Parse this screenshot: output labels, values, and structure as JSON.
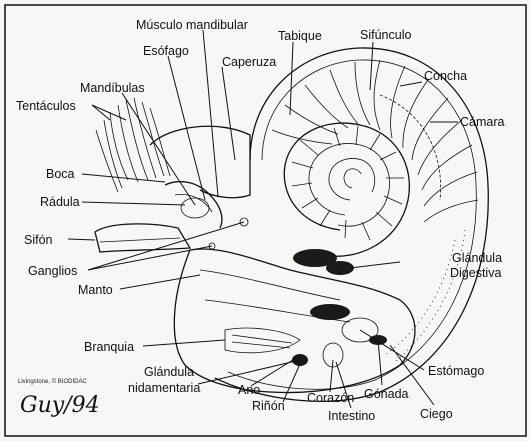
{
  "labels": {
    "musculo_mandibular": "Músculo mandibular",
    "tabique": "Tabique",
    "sifunculo": "Sifúnculo",
    "esofago": "Esófago",
    "caperuza": "Caperuza",
    "concha": "Concha",
    "mandibulas": "Mandíbulas",
    "tentaculos": "Tentáculos",
    "camara": "Cámara",
    "boca": "Boca",
    "radula": "Rádula",
    "sifon": "Sifón",
    "glandula_digestiva_1": "Glándula",
    "glandula_digestiva_2": "Digestiva",
    "ganglios": "Ganglios",
    "manto": "Manto",
    "branquia": "Branquia",
    "estomago": "Estómago",
    "glandula_nidamentaria_1": "Glándula",
    "glandula_nidamentaria_2": "nidamentaria",
    "ano": "Ano",
    "rinon": "Riñón",
    "corazon": "Corazón",
    "gonada": "Gónada",
    "intestino": "Intestino",
    "ciego": "Ciego"
  },
  "credit": "Livingstone, © BIODIDAC",
  "signature": "Guy/94"
}
